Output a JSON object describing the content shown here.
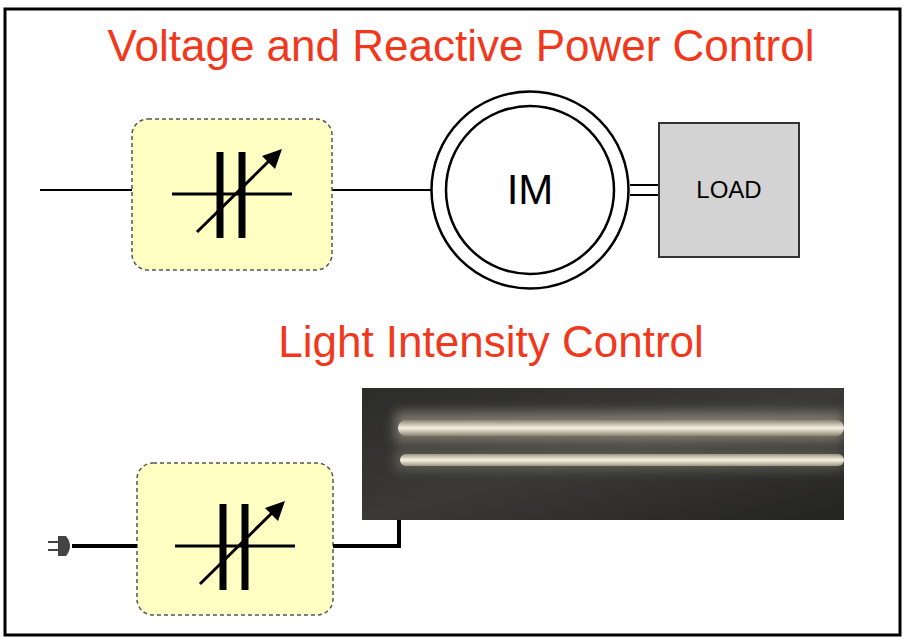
{
  "diagram": {
    "nodes": [
      {
        "text": [
          "IM"
        ]
      },
      {
        "text": [
          "LOAD"
        ]
      }
    ],
    "edges": [
      {
        "from": 0,
        "to": 1,
        "arrow": "none"
      }
    ],
    "labels": [
      "Voltage and Reactive Power Control",
      "Light Intensity Control"
    ]
  }
}
